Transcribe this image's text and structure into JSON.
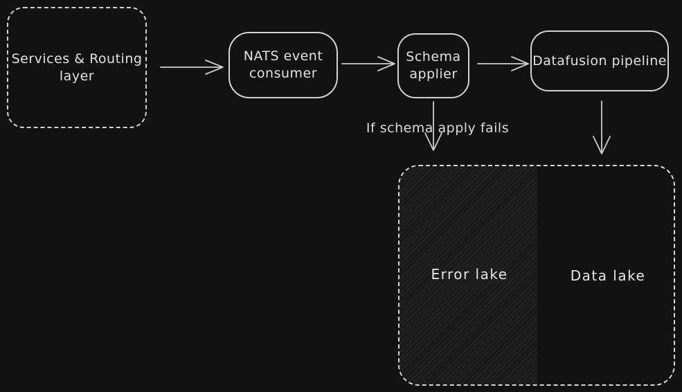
{
  "canvas": {
    "background": "#121212",
    "stroke_color": "#d4d4d4",
    "text_color": "#e2e2e2"
  },
  "diagram": {
    "nodes": {
      "services_routing": {
        "label": "Services & Routing layer",
        "style": "dashed-rounded-rect"
      },
      "nats_consumer": {
        "label": "NATS event consumer",
        "style": "rounded-rect"
      },
      "schema_applier": {
        "label": "Schema applier",
        "style": "rounded-rect"
      },
      "datafusion_pipeline": {
        "label": "Datafusion pipeline",
        "style": "rounded-rect"
      },
      "error_lake": {
        "label": "Error lake",
        "style": "hatched-region"
      },
      "data_lake": {
        "label": "Data lake",
        "style": "plain-region"
      },
      "lake_container": {
        "label": "",
        "style": "dashed-rounded-rect"
      }
    },
    "edges": [
      {
        "from": "services_routing",
        "to": "nats_consumer",
        "label": ""
      },
      {
        "from": "nats_consumer",
        "to": "schema_applier",
        "label": ""
      },
      {
        "from": "schema_applier",
        "to": "datafusion_pipeline",
        "label": ""
      },
      {
        "from": "schema_applier",
        "to": "error_lake",
        "label": "If schema apply fails"
      },
      {
        "from": "datafusion_pipeline",
        "to": "data_lake",
        "label": ""
      }
    ]
  }
}
